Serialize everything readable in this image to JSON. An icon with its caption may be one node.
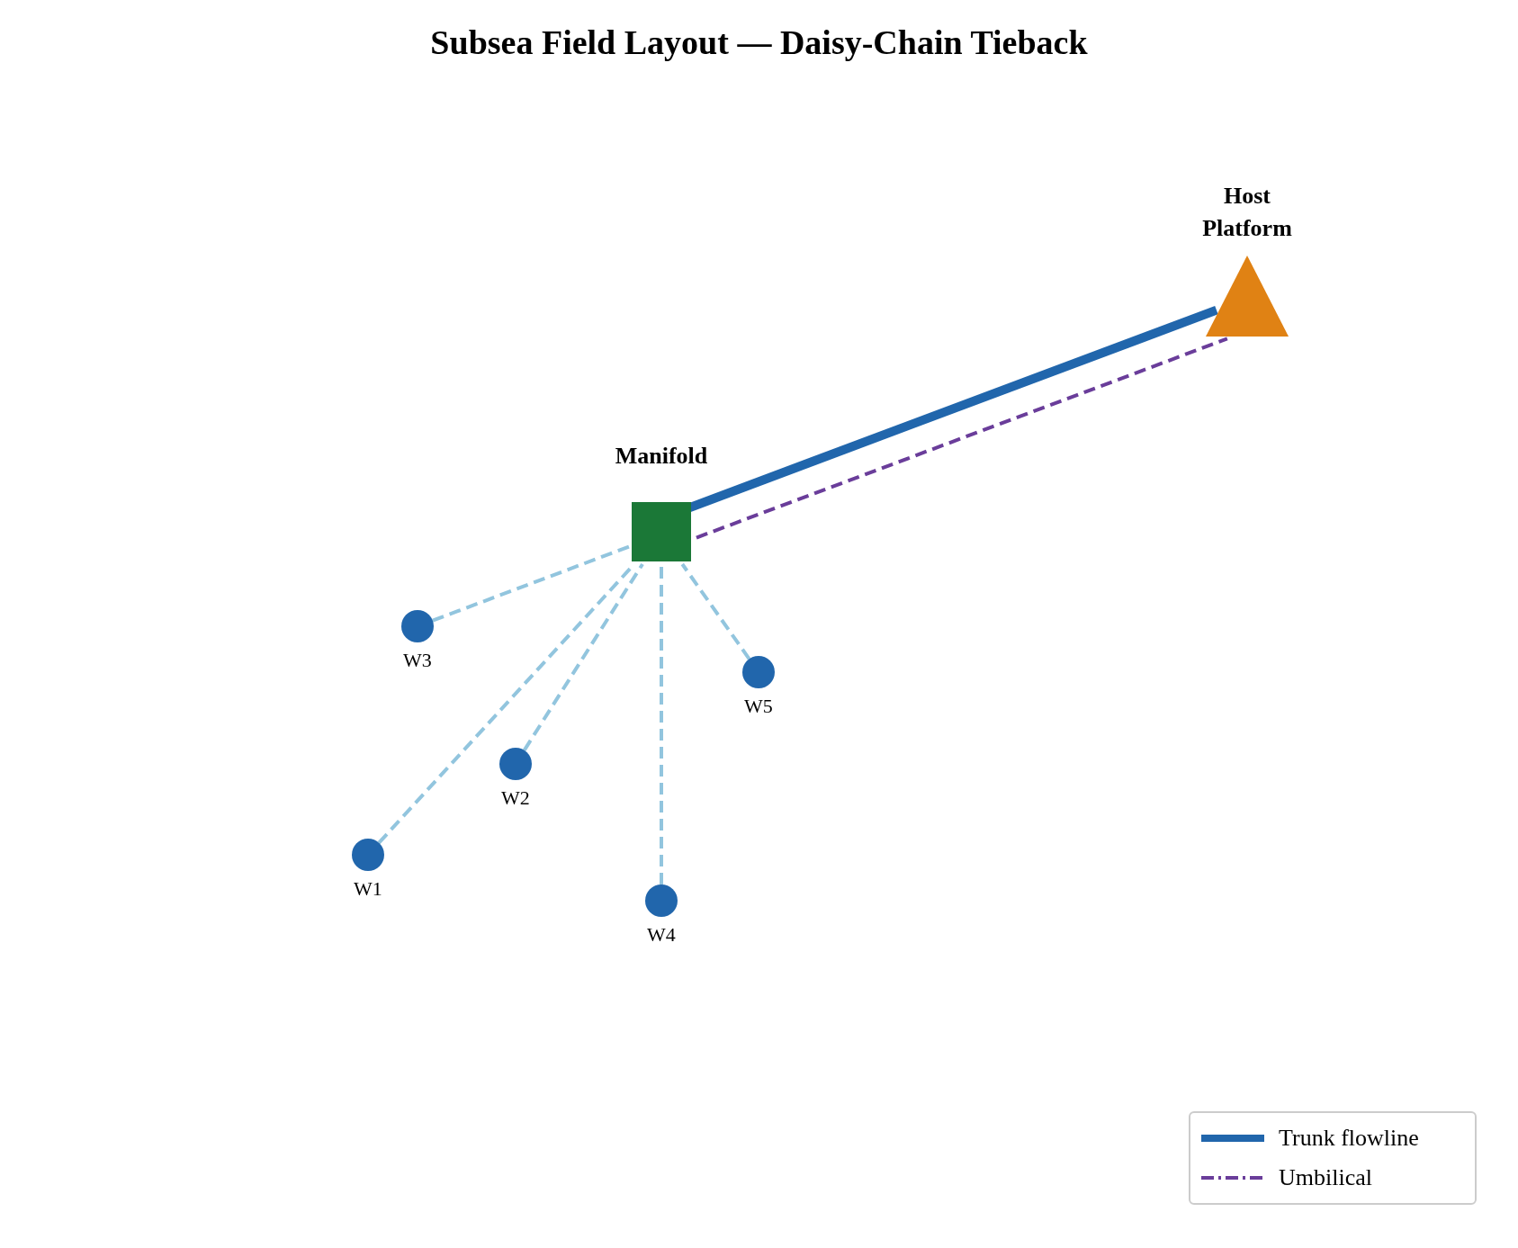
{
  "diagram": {
    "title": "Subsea Field Layout — Daisy-Chain Tieback",
    "nodes": [
      {
        "text": [
          "Manifold"
        ]
      },
      {
        "text": [
          "Host Platform"
        ]
      },
      {
        "text": [
          "W1"
        ]
      },
      {
        "text": [
          "W2"
        ]
      },
      {
        "text": [
          "W3"
        ]
      },
      {
        "text": [
          "W4"
        ]
      },
      {
        "text": [
          "W5"
        ]
      }
    ],
    "edges": [
      {
        "from": 2,
        "to": 0,
        "arrow": "none",
        "style": "dashed"
      },
      {
        "from": 3,
        "to": 0,
        "arrow": "none",
        "style": "dashed"
      },
      {
        "from": 4,
        "to": 0,
        "arrow": "none",
        "style": "dashed"
      },
      {
        "from": 5,
        "to": 0,
        "arrow": "none",
        "style": "dashed"
      },
      {
        "from": 6,
        "to": 0,
        "arrow": "none",
        "style": "dashed"
      },
      {
        "from": 0,
        "to": 1,
        "arrow": "none",
        "style": "thick",
        "color": "#2166ac"
      },
      {
        "from": 0,
        "to": 1,
        "arrow": "none",
        "style": "dashed",
        "color": "#6a3d9a"
      }
    ],
    "legend": [
      {
        "text": "Trunk flowline"
      },
      {
        "text": "Umbilical"
      }
    ]
  }
}
